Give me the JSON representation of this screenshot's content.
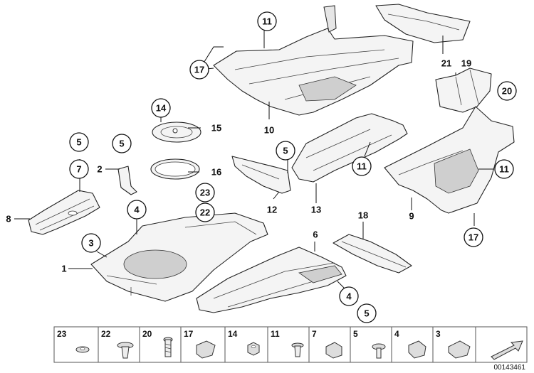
{
  "callouts": {
    "c11_top": "11",
    "c17_left": "17",
    "c10": "10",
    "c21": "21",
    "c19": "19",
    "c20": "20",
    "c14": "14",
    "c15": "15",
    "c16": "16",
    "c23": "23",
    "c22": "22",
    "c5_a": "5",
    "c7": "7",
    "c2": "2",
    "c5_b": "5",
    "c8": "8",
    "c4_a": "4",
    "c3": "3",
    "c1": "1",
    "c5_c": "5",
    "c12": "12",
    "c13": "13",
    "c11_mid": "11",
    "c6": "6",
    "c18": "18",
    "c4_b": "4",
    "c5_d": "5",
    "c9": "9",
    "c11_right": "11",
    "c17_right": "17"
  },
  "legend": {
    "items": [
      "23",
      "22",
      "20",
      "17",
      "14",
      "11",
      "7",
      "5",
      "4",
      "3"
    ]
  },
  "document_id": "00143461"
}
